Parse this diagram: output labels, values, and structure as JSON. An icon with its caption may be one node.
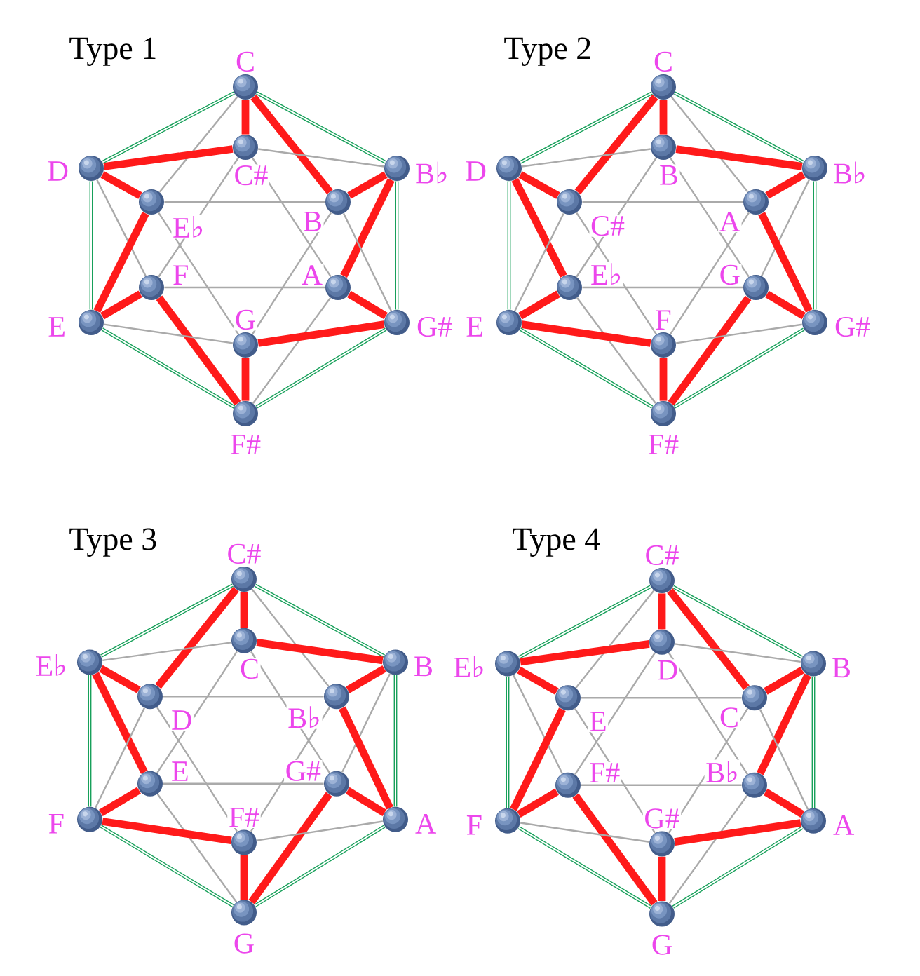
{
  "diagram": {
    "nodes": [
      {
        "text": [],
        "shape": "circle",
        "beside": [
          "C"
        ]
      },
      {
        "text": [],
        "shape": "circle",
        "beside": [
          "C#"
        ]
      },
      {
        "text": [],
        "shape": "circle",
        "beside": [
          "D"
        ]
      },
      {
        "text": [],
        "shape": "circle",
        "beside": [
          "B♭"
        ]
      },
      {
        "text": [],
        "shape": "circle",
        "beside": [
          "E♭"
        ]
      },
      {
        "text": [],
        "shape": "circle",
        "beside": [
          "B"
        ]
      },
      {
        "text": [],
        "shape": "circle",
        "beside": [
          "F"
        ]
      },
      {
        "text": [],
        "shape": "circle",
        "beside": [
          "A"
        ]
      },
      {
        "text": [],
        "shape": "circle",
        "beside": [
          "E"
        ]
      },
      {
        "text": [],
        "shape": "circle",
        "beside": [
          "G#"
        ]
      },
      {
        "text": [],
        "shape": "circle",
        "beside": [
          "G"
        ]
      },
      {
        "text": [],
        "shape": "circle",
        "beside": [
          "F#"
        ]
      },
      {
        "text": [],
        "shape": "circle",
        "beside": [
          "C"
        ]
      },
      {
        "text": [],
        "shape": "circle",
        "beside": [
          "B"
        ]
      },
      {
        "text": [],
        "shape": "circle",
        "beside": [
          "D"
        ]
      },
      {
        "text": [],
        "shape": "circle",
        "beside": [
          "B♭"
        ]
      },
      {
        "text": [],
        "shape": "circle",
        "beside": [
          "C#"
        ]
      },
      {
        "text": [],
        "shape": "circle",
        "beside": [
          "A"
        ]
      },
      {
        "text": [],
        "shape": "circle",
        "beside": [
          "E♭"
        ]
      },
      {
        "text": [],
        "shape": "circle",
        "beside": [
          "G"
        ]
      },
      {
        "text": [],
        "shape": "circle",
        "beside": [
          "E"
        ]
      },
      {
        "text": [],
        "shape": "circle",
        "beside": [
          "G#"
        ]
      },
      {
        "text": [],
        "shape": "circle",
        "beside": [
          "F"
        ]
      },
      {
        "text": [],
        "shape": "circle",
        "beside": [
          "F#"
        ]
      },
      {
        "text": [],
        "shape": "circle",
        "beside": [
          "C#"
        ]
      },
      {
        "text": [],
        "shape": "circle",
        "beside": [
          "C"
        ]
      },
      {
        "text": [],
        "shape": "circle",
        "beside": [
          "E♭"
        ]
      },
      {
        "text": [],
        "shape": "circle",
        "beside": [
          "B"
        ]
      },
      {
        "text": [],
        "shape": "circle",
        "beside": [
          "D"
        ]
      },
      {
        "text": [],
        "shape": "circle",
        "beside": [
          "B♭"
        ]
      },
      {
        "text": [],
        "shape": "circle",
        "beside": [
          "E"
        ]
      },
      {
        "text": [],
        "shape": "circle",
        "beside": [
          "G#"
        ]
      },
      {
        "text": [],
        "shape": "circle",
        "beside": [
          "F"
        ]
      },
      {
        "text": [],
        "shape": "circle",
        "beside": [
          "A"
        ]
      },
      {
        "text": [],
        "shape": "circle",
        "beside": [
          "F#"
        ]
      },
      {
        "text": [],
        "shape": "circle",
        "beside": [
          "G"
        ]
      },
      {
        "text": [],
        "shape": "circle",
        "beside": [
          "C#"
        ]
      },
      {
        "text": [],
        "shape": "circle",
        "beside": [
          "D"
        ]
      },
      {
        "text": [],
        "shape": "circle",
        "beside": [
          "E♭"
        ]
      },
      {
        "text": [],
        "shape": "circle",
        "beside": [
          "B"
        ]
      },
      {
        "text": [],
        "shape": "circle",
        "beside": [
          "E"
        ]
      },
      {
        "text": [],
        "shape": "circle",
        "beside": [
          "C"
        ]
      },
      {
        "text": [],
        "shape": "circle",
        "beside": [
          "F#"
        ]
      },
      {
        "text": [],
        "shape": "circle",
        "beside": [
          "B♭"
        ]
      },
      {
        "text": [],
        "shape": "circle",
        "beside": [
          "F"
        ]
      },
      {
        "text": [],
        "shape": "circle",
        "beside": [
          "A"
        ]
      },
      {
        "text": [],
        "shape": "circle",
        "beside": [
          "G#"
        ]
      },
      {
        "text": [],
        "shape": "circle",
        "beside": [
          "G"
        ]
      }
    ],
    "edges": [
      {
        "from": 0,
        "to": 1,
        "arrow": "none",
        "style": "thick",
        "color": "#ff1a1a"
      },
      {
        "from": 0,
        "to": 2,
        "arrow": "none",
        "color": "#17a05a"
      },
      {
        "from": 0,
        "to": 3,
        "arrow": "none",
        "color": "#17a05a"
      },
      {
        "from": 0,
        "to": 4,
        "arrow": "none",
        "color": "#aaaaaa"
      },
      {
        "from": 0,
        "to": 5,
        "arrow": "none",
        "style": "thick",
        "color": "#ff1a1a"
      },
      {
        "from": 1,
        "to": 2,
        "arrow": "none",
        "style": "thick",
        "color": "#ff1a1a"
      },
      {
        "from": 1,
        "to": 3,
        "arrow": "none",
        "color": "#aaaaaa"
      },
      {
        "from": 1,
        "to": 6,
        "arrow": "none",
        "color": "#aaaaaa"
      },
      {
        "from": 1,
        "to": 7,
        "arrow": "none",
        "color": "#aaaaaa"
      },
      {
        "from": 2,
        "to": 4,
        "arrow": "none",
        "style": "thick",
        "color": "#ff1a1a"
      },
      {
        "from": 2,
        "to": 6,
        "arrow": "none",
        "color": "#aaaaaa"
      },
      {
        "from": 2,
        "to": 8,
        "arrow": "none",
        "color": "#17a05a"
      },
      {
        "from": 3,
        "to": 5,
        "arrow": "none",
        "style": "thick",
        "color": "#ff1a1a"
      },
      {
        "from": 3,
        "to": 7,
        "arrow": "none",
        "style": "thick",
        "color": "#ff1a1a"
      },
      {
        "from": 3,
        "to": 9,
        "arrow": "none",
        "color": "#17a05a"
      },
      {
        "from": 4,
        "to": 5,
        "arrow": "none",
        "color": "#aaaaaa"
      },
      {
        "from": 4,
        "to": 8,
        "arrow": "none",
        "style": "thick",
        "color": "#ff1a1a"
      },
      {
        "from": 4,
        "to": 10,
        "arrow": "none",
        "color": "#aaaaaa"
      },
      {
        "from": 5,
        "to": 9,
        "arrow": "none",
        "color": "#aaaaaa"
      },
      {
        "from": 5,
        "to": 10,
        "arrow": "none",
        "color": "#aaaaaa"
      },
      {
        "from": 6,
        "to": 7,
        "arrow": "none",
        "color": "#aaaaaa"
      },
      {
        "from": 6,
        "to": 8,
        "arrow": "none",
        "style": "thick",
        "color": "#ff1a1a"
      },
      {
        "from": 6,
        "to": 11,
        "arrow": "none",
        "style": "thick",
        "color": "#ff1a1a"
      },
      {
        "from": 7,
        "to": 9,
        "arrow": "none",
        "style": "thick",
        "color": "#ff1a1a"
      },
      {
        "from": 7,
        "to": 11,
        "arrow": "none",
        "color": "#aaaaaa"
      },
      {
        "from": 8,
        "to": 10,
        "arrow": "none",
        "color": "#aaaaaa"
      },
      {
        "from": 8,
        "to": 11,
        "arrow": "none",
        "color": "#17a05a"
      },
      {
        "from": 9,
        "to": 10,
        "arrow": "none",
        "style": "thick",
        "color": "#ff1a1a"
      },
      {
        "from": 9,
        "to": 11,
        "arrow": "none",
        "color": "#17a05a"
      },
      {
        "from": 10,
        "to": 11,
        "arrow": "none",
        "style": "thick",
        "color": "#ff1a1a"
      },
      {
        "from": 12,
        "to": 13,
        "arrow": "none",
        "style": "thick",
        "color": "#ff1a1a"
      },
      {
        "from": 12,
        "to": 14,
        "arrow": "none",
        "color": "#17a05a"
      },
      {
        "from": 12,
        "to": 15,
        "arrow": "none",
        "color": "#17a05a"
      },
      {
        "from": 12,
        "to": 16,
        "arrow": "none",
        "style": "thick",
        "color": "#ff1a1a"
      },
      {
        "from": 12,
        "to": 17,
        "arrow": "none",
        "color": "#aaaaaa"
      },
      {
        "from": 13,
        "to": 14,
        "arrow": "none",
        "color": "#aaaaaa"
      },
      {
        "from": 13,
        "to": 15,
        "arrow": "none",
        "style": "thick",
        "color": "#ff1a1a"
      },
      {
        "from": 13,
        "to": 18,
        "arrow": "none",
        "color": "#aaaaaa"
      },
      {
        "from": 13,
        "to": 19,
        "arrow": "none",
        "color": "#aaaaaa"
      },
      {
        "from": 14,
        "to": 16,
        "arrow": "none",
        "style": "thick",
        "color": "#ff1a1a"
      },
      {
        "from": 14,
        "to": 18,
        "arrow": "none",
        "style": "thick",
        "color": "#ff1a1a"
      },
      {
        "from": 14,
        "to": 20,
        "arrow": "none",
        "color": "#17a05a"
      },
      {
        "from": 15,
        "to": 17,
        "arrow": "none",
        "style": "thick",
        "color": "#ff1a1a"
      },
      {
        "from": 15,
        "to": 19,
        "arrow": "none",
        "color": "#aaaaaa"
      },
      {
        "from": 15,
        "to": 21,
        "arrow": "none",
        "color": "#17a05a"
      },
      {
        "from": 16,
        "to": 17,
        "arrow": "none",
        "color": "#aaaaaa"
      },
      {
        "from": 16,
        "to": 20,
        "arrow": "none",
        "color": "#aaaaaa"
      },
      {
        "from": 16,
        "to": 22,
        "arrow": "none",
        "color": "#aaaaaa"
      },
      {
        "from": 17,
        "to": 21,
        "arrow": "none",
        "style": "thick",
        "color": "#ff1a1a"
      },
      {
        "from": 17,
        "to": 22,
        "arrow": "none",
        "color": "#aaaaaa"
      },
      {
        "from": 18,
        "to": 19,
        "arrow": "none",
        "color": "#aaaaaa"
      },
      {
        "from": 18,
        "to": 20,
        "arrow": "none",
        "style": "thick",
        "color": "#ff1a1a"
      },
      {
        "from": 18,
        "to": 23,
        "arrow": "none",
        "color": "#aaaaaa"
      },
      {
        "from": 19,
        "to": 21,
        "arrow": "none",
        "style": "thick",
        "color": "#ff1a1a"
      },
      {
        "from": 19,
        "to": 23,
        "arrow": "none",
        "style": "thick",
        "color": "#ff1a1a"
      },
      {
        "from": 20,
        "to": 22,
        "arrow": "none",
        "style": "thick",
        "color": "#ff1a1a"
      },
      {
        "from": 20,
        "to": 23,
        "arrow": "none",
        "color": "#17a05a"
      },
      {
        "from": 21,
        "to": 22,
        "arrow": "none",
        "color": "#aaaaaa"
      },
      {
        "from": 21,
        "to": 23,
        "arrow": "none",
        "color": "#17a05a"
      },
      {
        "from": 22,
        "to": 23,
        "arrow": "none",
        "style": "thick",
        "color": "#ff1a1a"
      },
      {
        "from": 24,
        "to": 25,
        "arrow": "none",
        "style": "thick",
        "color": "#ff1a1a"
      },
      {
        "from": 24,
        "to": 26,
        "arrow": "none",
        "color": "#17a05a"
      },
      {
        "from": 24,
        "to": 27,
        "arrow": "none",
        "color": "#17a05a"
      },
      {
        "from": 24,
        "to": 28,
        "arrow": "none",
        "style": "thick",
        "color": "#ff1a1a"
      },
      {
        "from": 24,
        "to": 29,
        "arrow": "none",
        "color": "#aaaaaa"
      },
      {
        "from": 25,
        "to": 26,
        "arrow": "none",
        "color": "#aaaaaa"
      },
      {
        "from": 25,
        "to": 27,
        "arrow": "none",
        "style": "thick",
        "color": "#ff1a1a"
      },
      {
        "from": 25,
        "to": 30,
        "arrow": "none",
        "color": "#aaaaaa"
      },
      {
        "from": 25,
        "to": 31,
        "arrow": "none",
        "color": "#aaaaaa"
      },
      {
        "from": 26,
        "to": 28,
        "arrow": "none",
        "style": "thick",
        "color": "#ff1a1a"
      },
      {
        "from": 26,
        "to": 30,
        "arrow": "none",
        "style": "thick",
        "color": "#ff1a1a"
      },
      {
        "from": 26,
        "to": 32,
        "arrow": "none",
        "color": "#17a05a"
      },
      {
        "from": 27,
        "to": 29,
        "arrow": "none",
        "style": "thick",
        "color": "#ff1a1a"
      },
      {
        "from": 27,
        "to": 31,
        "arrow": "none",
        "color": "#aaaaaa"
      },
      {
        "from": 27,
        "to": 33,
        "arrow": "none",
        "color": "#17a05a"
      },
      {
        "from": 28,
        "to": 29,
        "arrow": "none",
        "color": "#aaaaaa"
      },
      {
        "from": 28,
        "to": 32,
        "arrow": "none",
        "color": "#aaaaaa"
      },
      {
        "from": 28,
        "to": 34,
        "arrow": "none",
        "color": "#aaaaaa"
      },
      {
        "from": 29,
        "to": 33,
        "arrow": "none",
        "style": "thick",
        "color": "#ff1a1a"
      },
      {
        "from": 29,
        "to": 34,
        "arrow": "none",
        "color": "#aaaaaa"
      },
      {
        "from": 30,
        "to": 31,
        "arrow": "none",
        "color": "#aaaaaa"
      },
      {
        "from": 30,
        "to": 32,
        "arrow": "none",
        "style": "thick",
        "color": "#ff1a1a"
      },
      {
        "from": 30,
        "to": 35,
        "arrow": "none",
        "color": "#aaaaaa"
      },
      {
        "from": 31,
        "to": 33,
        "arrow": "none",
        "style": "thick",
        "color": "#ff1a1a"
      },
      {
        "from": 31,
        "to": 35,
        "arrow": "none",
        "style": "thick",
        "color": "#ff1a1a"
      },
      {
        "from": 32,
        "to": 34,
        "arrow": "none",
        "style": "thick",
        "color": "#ff1a1a"
      },
      {
        "from": 32,
        "to": 35,
        "arrow": "none",
        "color": "#17a05a"
      },
      {
        "from": 33,
        "to": 34,
        "arrow": "none",
        "color": "#aaaaaa"
      },
      {
        "from": 33,
        "to": 35,
        "arrow": "none",
        "color": "#17a05a"
      },
      {
        "from": 34,
        "to": 35,
        "arrow": "none",
        "style": "thick",
        "color": "#ff1a1a"
      },
      {
        "from": 36,
        "to": 37,
        "arrow": "none",
        "style": "thick",
        "color": "#ff1a1a"
      },
      {
        "from": 36,
        "to": 38,
        "arrow": "none",
        "color": "#17a05a"
      },
      {
        "from": 36,
        "to": 39,
        "arrow": "none",
        "color": "#17a05a"
      },
      {
        "from": 36,
        "to": 40,
        "arrow": "none",
        "color": "#aaaaaa"
      },
      {
        "from": 36,
        "to": 41,
        "arrow": "none",
        "style": "thick",
        "color": "#ff1a1a"
      },
      {
        "from": 37,
        "to": 38,
        "arrow": "none",
        "style": "thick",
        "color": "#ff1a1a"
      },
      {
        "from": 37,
        "to": 39,
        "arrow": "none",
        "color": "#aaaaaa"
      },
      {
        "from": 37,
        "to": 42,
        "arrow": "none",
        "color": "#aaaaaa"
      },
      {
        "from": 37,
        "to": 43,
        "arrow": "none",
        "color": "#aaaaaa"
      },
      {
        "from": 38,
        "to": 40,
        "arrow": "none",
        "style": "thick",
        "color": "#ff1a1a"
      },
      {
        "from": 38,
        "to": 42,
        "arrow": "none",
        "color": "#aaaaaa"
      },
      {
        "from": 38,
        "to": 44,
        "arrow": "none",
        "color": "#17a05a"
      },
      {
        "from": 39,
        "to": 41,
        "arrow": "none",
        "style": "thick",
        "color": "#ff1a1a"
      },
      {
        "from": 39,
        "to": 43,
        "arrow": "none",
        "style": "thick",
        "color": "#ff1a1a"
      },
      {
        "from": 39,
        "to": 45,
        "arrow": "none",
        "color": "#17a05a"
      },
      {
        "from": 40,
        "to": 41,
        "arrow": "none",
        "color": "#aaaaaa"
      },
      {
        "from": 40,
        "to": 44,
        "arrow": "none",
        "style": "thick",
        "color": "#ff1a1a"
      },
      {
        "from": 40,
        "to": 46,
        "arrow": "none",
        "color": "#aaaaaa"
      },
      {
        "from": 41,
        "to": 45,
        "arrow": "none",
        "color": "#aaaaaa"
      },
      {
        "from": 41,
        "to": 46,
        "arrow": "none",
        "color": "#aaaaaa"
      },
      {
        "from": 42,
        "to": 43,
        "arrow": "none",
        "color": "#aaaaaa"
      },
      {
        "from": 42,
        "to": 44,
        "arrow": "none",
        "style": "thick",
        "color": "#ff1a1a"
      },
      {
        "from": 42,
        "to": 47,
        "arrow": "none",
        "style": "thick",
        "color": "#ff1a1a"
      },
      {
        "from": 43,
        "to": 45,
        "arrow": "none",
        "style": "thick",
        "color": "#ff1a1a"
      },
      {
        "from": 43,
        "to": 47,
        "arrow": "none",
        "color": "#aaaaaa"
      },
      {
        "from": 44,
        "to": 46,
        "arrow": "none",
        "color": "#aaaaaa"
      },
      {
        "from": 44,
        "to": 47,
        "arrow": "none",
        "color": "#17a05a"
      },
      {
        "from": 45,
        "to": 46,
        "arrow": "none",
        "style": "thick",
        "color": "#ff1a1a"
      },
      {
        "from": 45,
        "to": 47,
        "arrow": "none",
        "color": "#17a05a"
      },
      {
        "from": 46,
        "to": 47,
        "arrow": "none",
        "style": "thick",
        "color": "#ff1a1a"
      }
    ],
    "labels": [
      "Type 1",
      "Type 2",
      "Type 3",
      "Type 4"
    ]
  }
}
